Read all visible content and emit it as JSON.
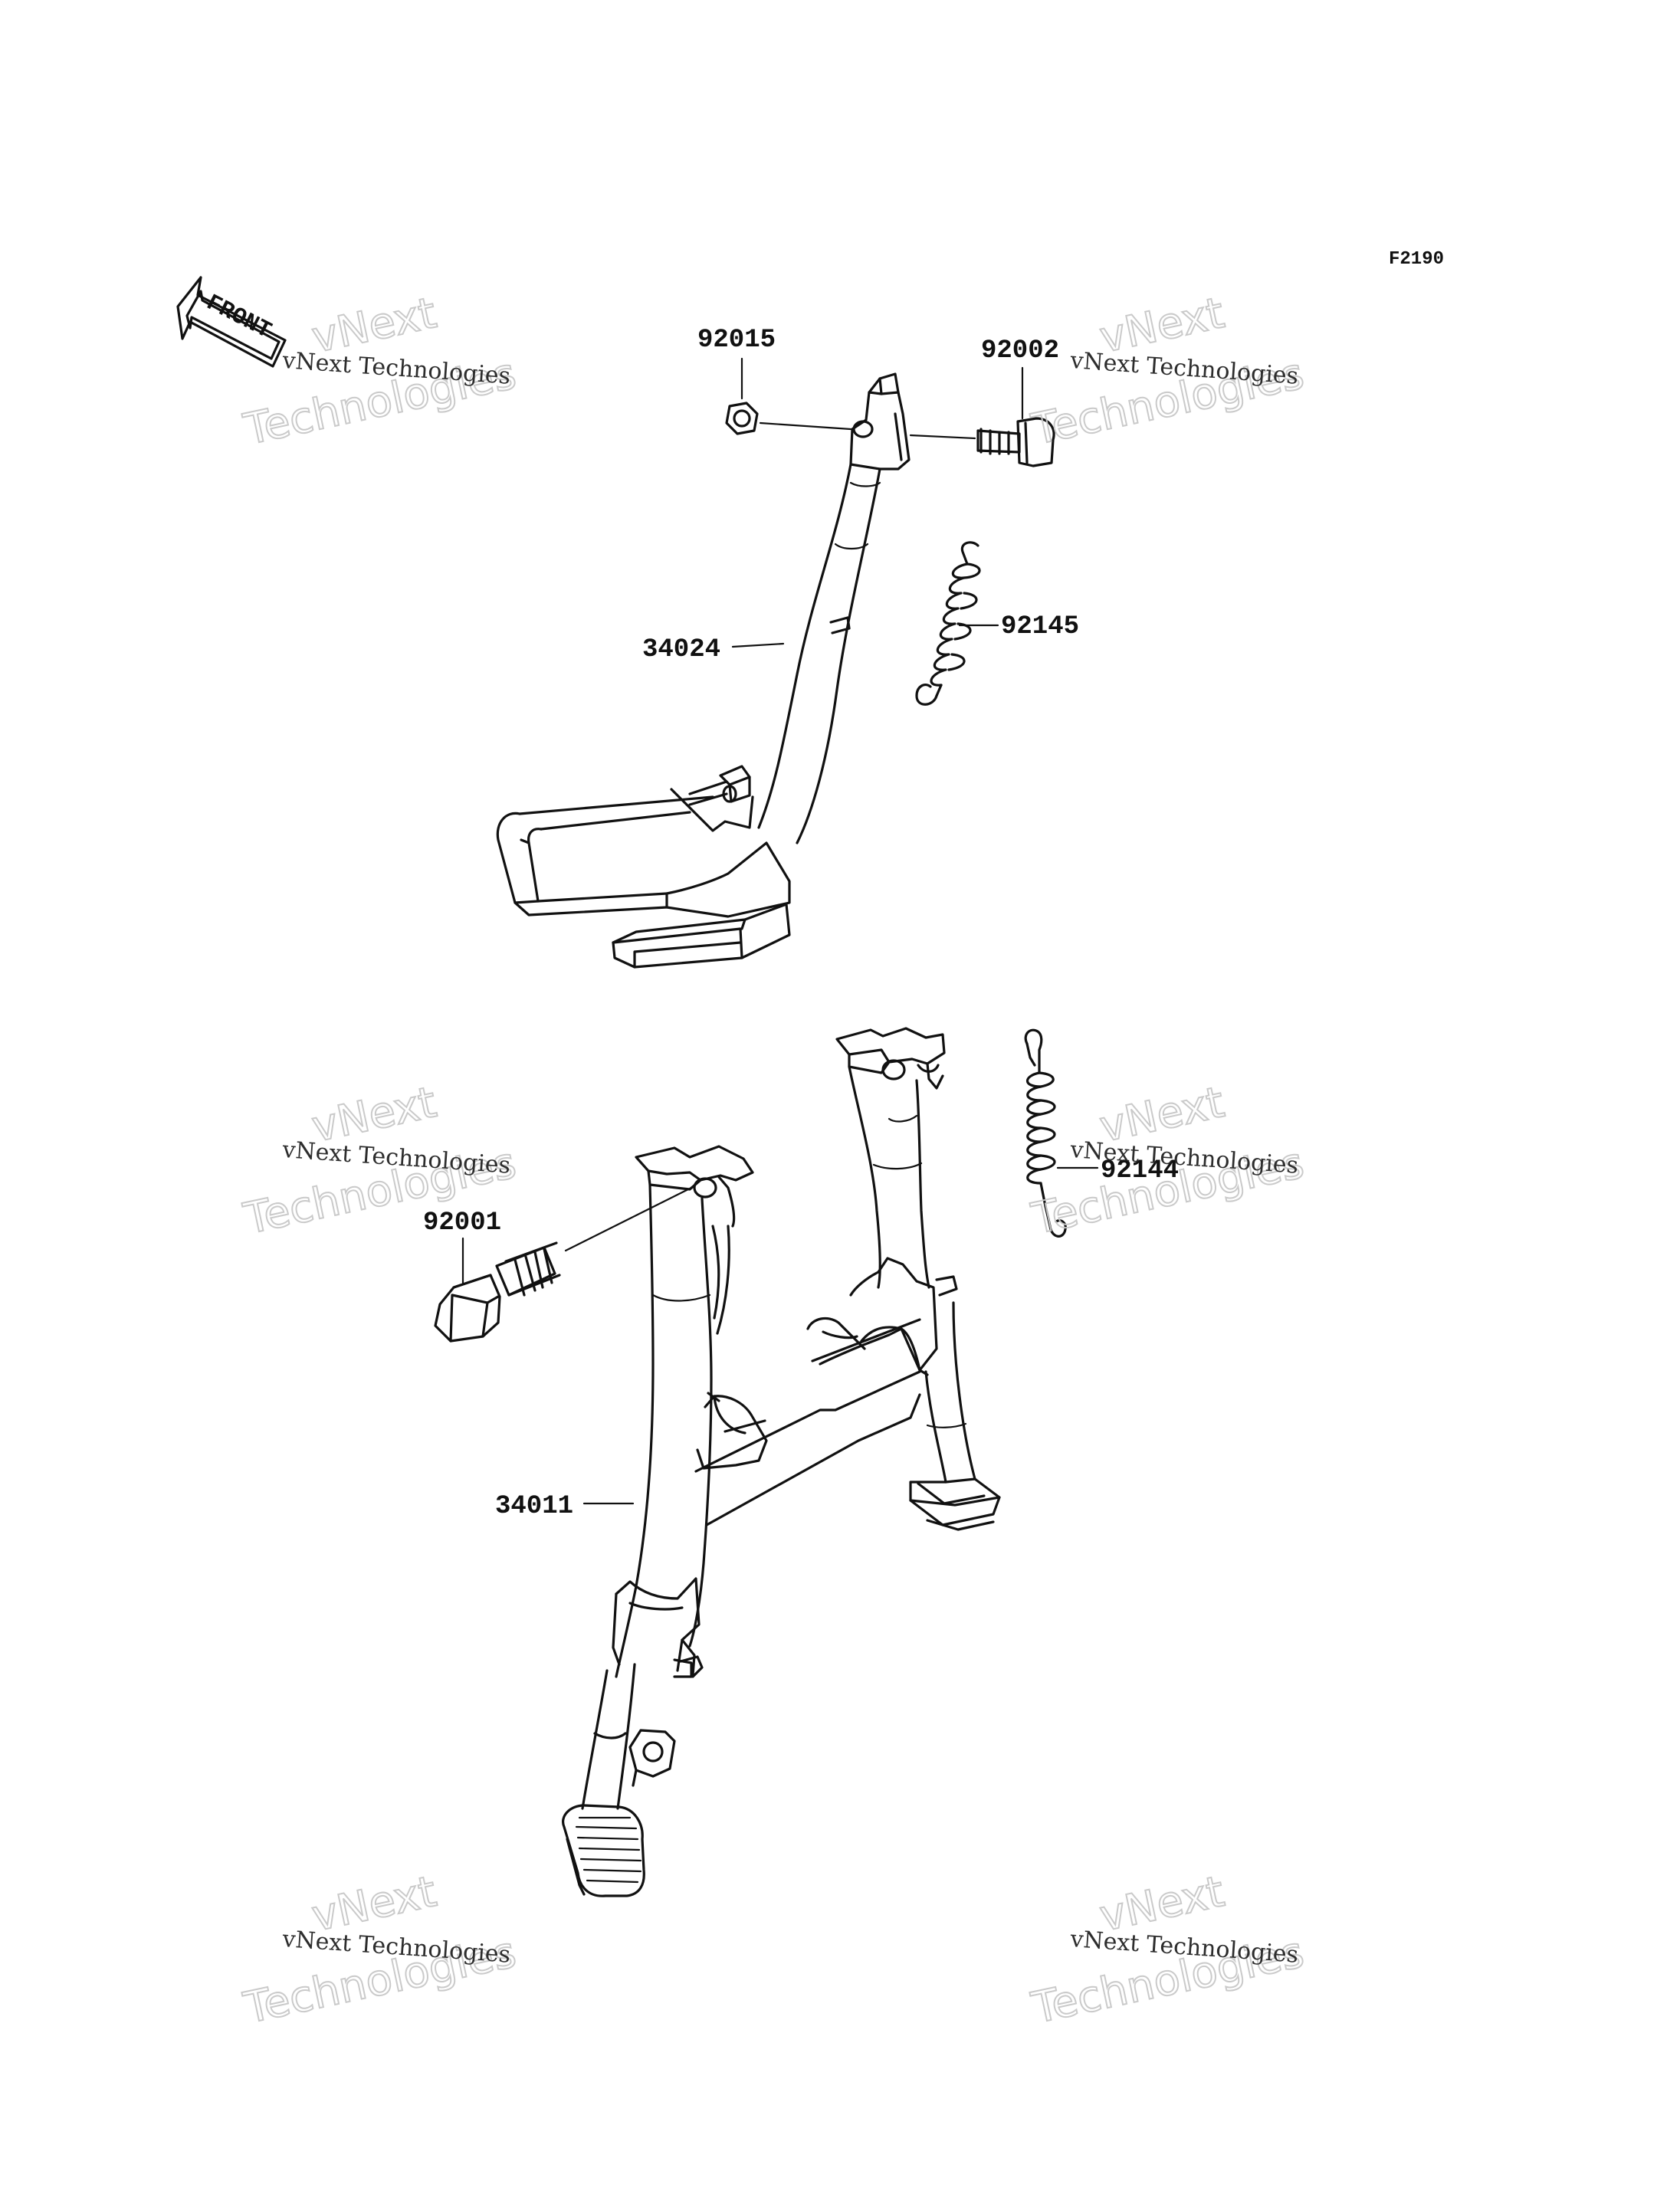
{
  "figure_code": "F2190",
  "front_label": "FRONT",
  "watermark": {
    "small": "vNext Technologies",
    "big_line1": "vNext",
    "big_line2": "Technologies"
  },
  "parts": [
    {
      "id": "92015",
      "label": "92015"
    },
    {
      "id": "92002",
      "label": "92002"
    },
    {
      "id": "34024",
      "label": "34024"
    },
    {
      "id": "92145",
      "label": "92145"
    },
    {
      "id": "92144",
      "label": "92144"
    },
    {
      "id": "92001",
      "label": "92001"
    },
    {
      "id": "34011",
      "label": "34011"
    }
  ]
}
